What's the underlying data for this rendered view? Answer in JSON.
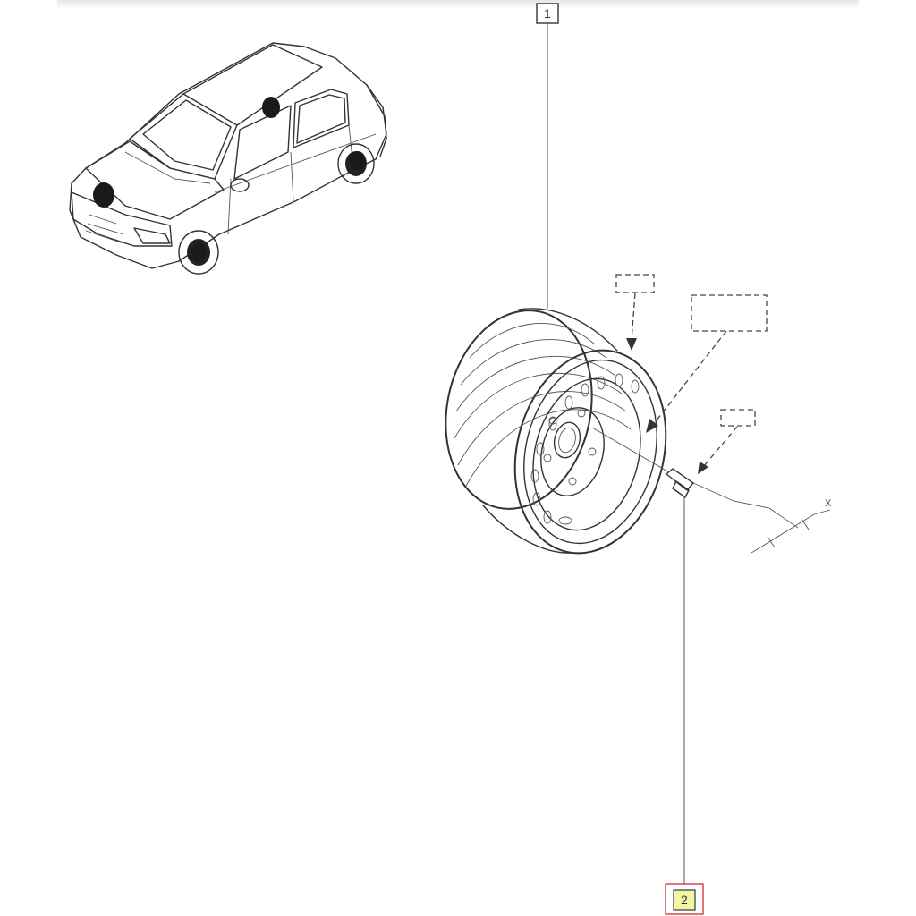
{
  "callouts": [
    {
      "id": "1",
      "label": "1",
      "highlight": false
    },
    {
      "id": "2",
      "label": "2",
      "highlight": true
    }
  ],
  "dimension": {
    "label": "X"
  },
  "colors": {
    "line": "#333333",
    "highlight_fill": "#f4f4a8",
    "highlight_border": "#d83a3a"
  }
}
